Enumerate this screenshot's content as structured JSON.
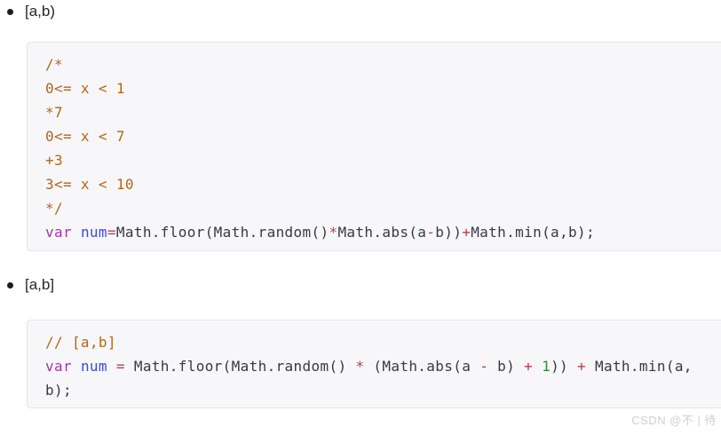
{
  "list": {
    "items": [
      {
        "label": "[a,b)"
      },
      {
        "label": "[a,b]"
      }
    ]
  },
  "colors": {
    "comment": "#b76514",
    "keyword": "#a434ae",
    "variable": "#3b49df",
    "operator": "#bf3b4b",
    "number": "#2f8d3c",
    "plain": "#383a42",
    "code-bg": "#f7f7f9",
    "code-border": "#e4e6e8",
    "watermark": "#cfcfcf"
  },
  "code_blocks": [
    {
      "name": "random-range-exclusive",
      "lines": [
        [
          {
            "t": "/*",
            "c": "comment"
          }
        ],
        [
          {
            "t": "0<= x < 1",
            "c": "comment"
          }
        ],
        [
          {
            "t": "*7",
            "c": "comment"
          }
        ],
        [
          {
            "t": "0<= x < 7",
            "c": "comment"
          }
        ],
        [
          {
            "t": "+3",
            "c": "comment"
          }
        ],
        [
          {
            "t": "3<= x < 10",
            "c": "comment"
          }
        ],
        [
          {
            "t": "*/",
            "c": "comment"
          }
        ],
        [
          {
            "t": "var",
            "c": "keyword"
          },
          {
            "t": " ",
            "c": "plain"
          },
          {
            "t": "num",
            "c": "variable"
          },
          {
            "t": "=",
            "c": "operator"
          },
          {
            "t": "Math.floor(Math.random()",
            "c": "plain"
          },
          {
            "t": "*",
            "c": "operator"
          },
          {
            "t": "Math.abs(a",
            "c": "plain"
          },
          {
            "t": "-",
            "c": "operator"
          },
          {
            "t": "b))",
            "c": "plain"
          },
          {
            "t": "+",
            "c": "operator"
          },
          {
            "t": "Math.min(a,b);",
            "c": "plain"
          }
        ]
      ]
    },
    {
      "name": "random-range-inclusive",
      "lines": [
        [
          {
            "t": "// [a,b]",
            "c": "comment"
          }
        ],
        [
          {
            "t": "var",
            "c": "keyword"
          },
          {
            "t": " ",
            "c": "plain"
          },
          {
            "t": "num",
            "c": "variable"
          },
          {
            "t": " ",
            "c": "plain"
          },
          {
            "t": "=",
            "c": "operator"
          },
          {
            "t": " Math.floor(Math.random() ",
            "c": "plain"
          },
          {
            "t": "*",
            "c": "operator"
          },
          {
            "t": " (Math.abs(a ",
            "c": "plain"
          },
          {
            "t": "-",
            "c": "operator"
          },
          {
            "t": " b) ",
            "c": "plain"
          },
          {
            "t": "+",
            "c": "operator"
          },
          {
            "t": " ",
            "c": "plain"
          },
          {
            "t": "1",
            "c": "number"
          },
          {
            "t": ")) ",
            "c": "plain"
          },
          {
            "t": "+",
            "c": "operator"
          },
          {
            "t": " Math.min(a,",
            "c": "plain"
          }
        ],
        [
          {
            "t": "b);",
            "c": "plain"
          }
        ]
      ]
    }
  ],
  "watermark": {
    "text": "CSDN @不 | 待"
  }
}
